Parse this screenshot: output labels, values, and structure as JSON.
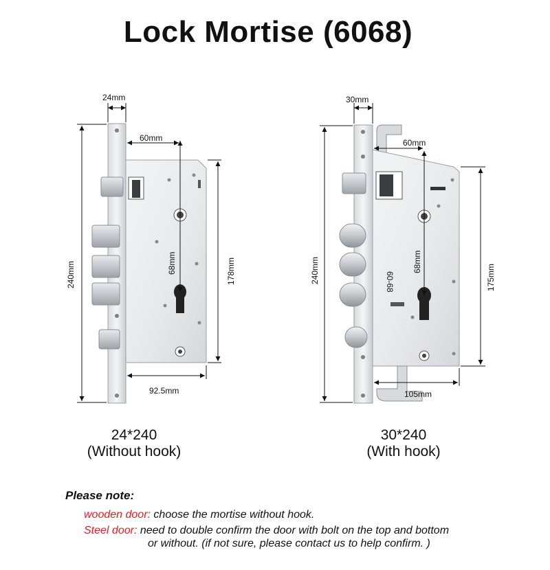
{
  "title": "Lock Mortise (6068)",
  "left": {
    "faceplate_width": "24mm",
    "backset": "60mm",
    "total_height": "240mm",
    "center_distance": "68mm",
    "case_height": "178mm",
    "case_width": "92.5mm",
    "caption_size": "24*240",
    "caption_type": "(Without hook)"
  },
  "right": {
    "faceplate_width": "30mm",
    "backset": "60mm",
    "total_height": "240mm",
    "center_distance": "68mm",
    "case_height": "175mm",
    "case_width": "105mm",
    "caption_size": "30*240",
    "caption_type": "(With hook)",
    "stamp": "60-68"
  },
  "note": {
    "heading": "Please note:",
    "wooden_label": "wooden door:",
    "wooden_text": "choose the mortise without hook.",
    "steel_label": "Steel door:",
    "steel_text_1": "need to double confirm the door with bolt on the top and bottom",
    "steel_text_2": "or without. (if not sure, please contact us to help confirm. )"
  },
  "colors": {
    "note_label": "#e02020",
    "steel_light": "#eceef0",
    "steel_dark": "#8f949a"
  }
}
